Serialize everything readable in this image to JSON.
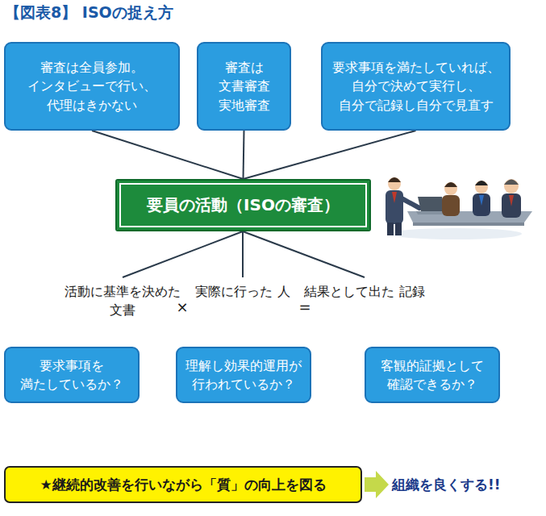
{
  "diagram": {
    "title": "【図表8】 ISOの捉え方",
    "nodes": [
      {
        "text": [
          "審査は全員参加。 インタビューで行い、 代理はきかない"
        ]
      },
      {
        "text": [
          "審査は 文書審査 実地審査"
        ]
      },
      {
        "text": [
          "要求事項を満たしていれば、 自分で決めて実行し、 自分で記録し自分で見直す"
        ]
      },
      {
        "text": [
          "要員の活動（ISOの審査）"
        ]
      },
      {
        "text": [
          "要求事項を 満たしているか？"
        ]
      },
      {
        "text": [
          "理解し効果的運用が 行われているか？"
        ]
      },
      {
        "text": [
          "客観的証拠として 確認できるか？"
        ]
      },
      {
        "text": [
          "★継続的改善を行いながら「質」の向上を図る"
        ]
      }
    ],
    "edges": [
      {
        "from": 0,
        "to": 3,
        "arrow": "none"
      },
      {
        "from": 1,
        "to": 3,
        "arrow": "none"
      },
      {
        "from": 2,
        "to": 3,
        "arrow": "none"
      }
    ],
    "labels": [
      "活動に基準を決めた 文書",
      "実際に行った 人",
      "結果として出た 記録",
      "×",
      "=",
      "組織を良くする!!"
    ]
  }
}
